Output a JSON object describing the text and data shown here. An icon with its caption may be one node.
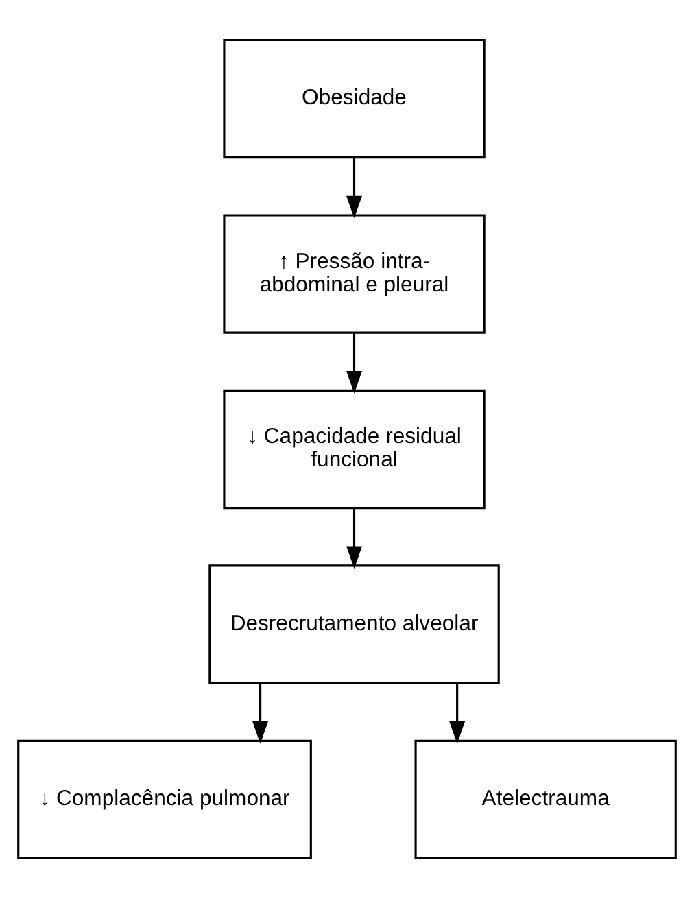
{
  "diagram": {
    "nodes": [
      {
        "text": [
          "Obesidade"
        ]
      },
      {
        "text": [
          "↑ Pressão intra-abdominal e pleural"
        ]
      },
      {
        "text": [
          "↓ Capacidade residual funcional"
        ]
      },
      {
        "text": [
          "Desrecrutamento alveolar"
        ]
      },
      {
        "text": [
          "↓ Complacência pulmonar"
        ]
      },
      {
        "text": [
          "Atelectrauma"
        ]
      }
    ],
    "edges": [
      {
        "from": 0,
        "to": 1,
        "arrow": "to"
      },
      {
        "from": 1,
        "to": 2,
        "arrow": "to"
      },
      {
        "from": 2,
        "to": 3,
        "arrow": "to"
      },
      {
        "from": 3,
        "to": 4,
        "arrow": "to"
      },
      {
        "from": 3,
        "to": 5,
        "arrow": "to"
      }
    ]
  }
}
